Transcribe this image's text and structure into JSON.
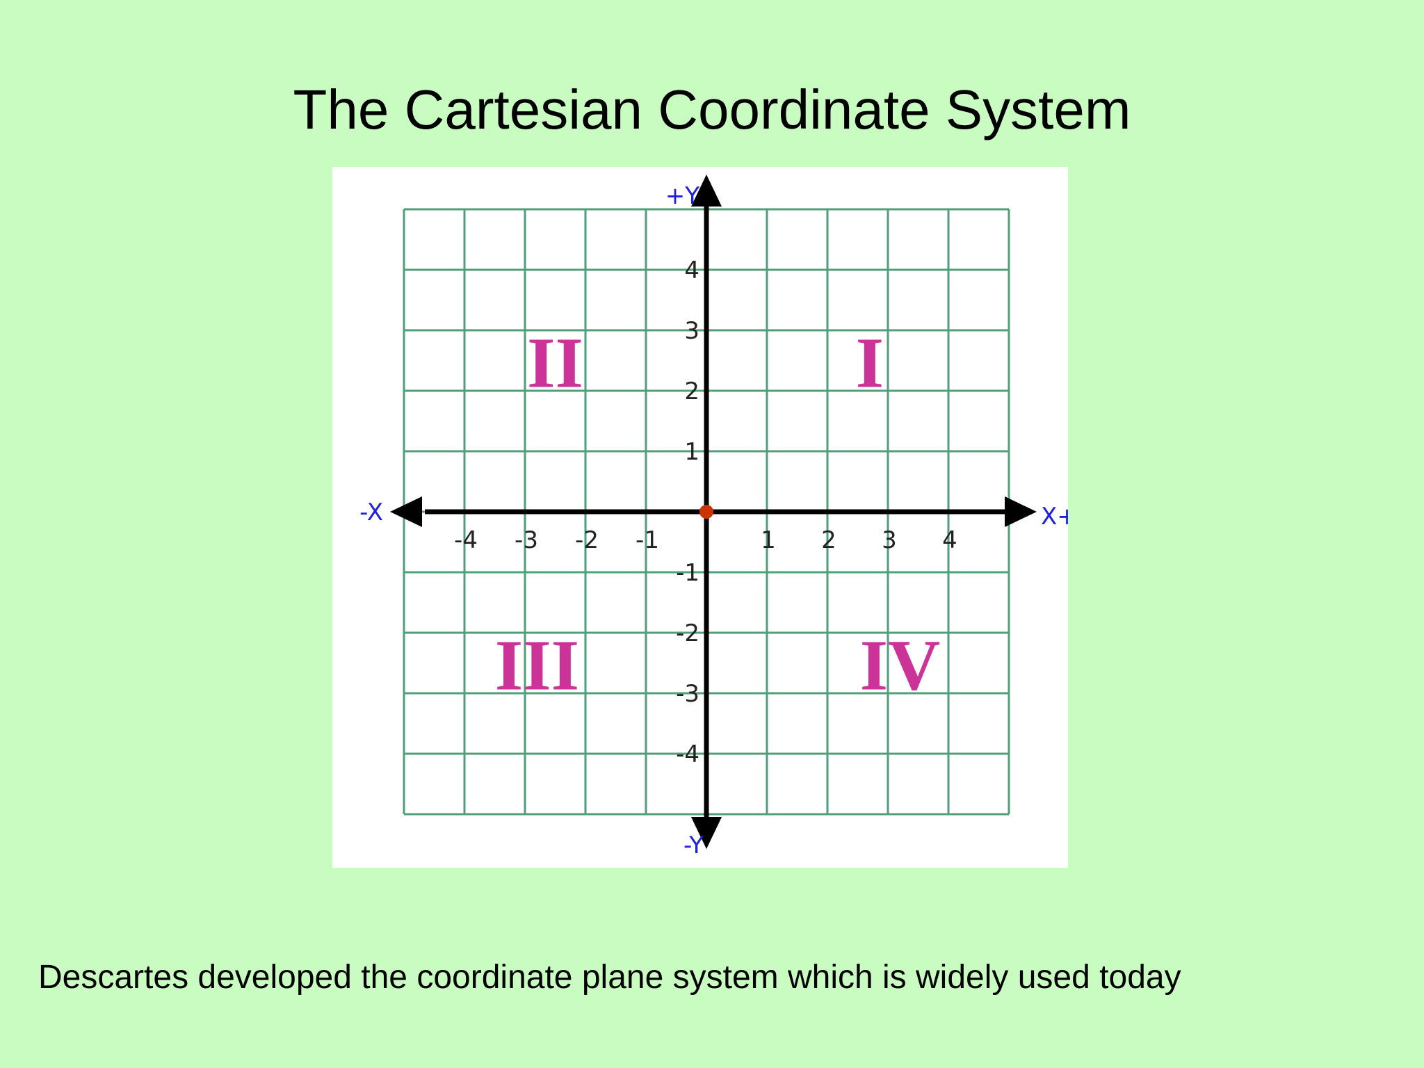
{
  "slide": {
    "title": "The Cartesian Coordinate System",
    "caption": "Descartes developed the coordinate plane system which is widely used today"
  },
  "plane": {
    "x_range": [
      -5,
      5
    ],
    "y_range": [
      -5,
      5
    ],
    "grid_step": 1,
    "x_ticks": [
      -4,
      -3,
      -2,
      -1,
      1,
      2,
      3,
      4
    ],
    "y_ticks": [
      4,
      3,
      2,
      1,
      -1,
      -2,
      -3,
      -4
    ],
    "axis_labels": {
      "pos_y": "+Y",
      "neg_y": "-Y",
      "neg_x": "-X",
      "pos_x": "X+"
    },
    "quadrants": [
      {
        "label": "I",
        "x": 2.7,
        "y": 2.5
      },
      {
        "label": "II",
        "x": -2.5,
        "y": 2.5
      },
      {
        "label": "III",
        "x": -2.8,
        "y": -2.5
      },
      {
        "label": "IV",
        "x": 3.2,
        "y": -2.5
      }
    ],
    "origin_point": {
      "x": 0,
      "y": 0
    }
  },
  "colors": {
    "background": "#c8fcc0",
    "grid": "#4f9f7a",
    "axes": "#000000",
    "axis_end_labels": "#1f1fe0",
    "quadrant_labels": "#cc3399",
    "origin": "#cc3300"
  }
}
